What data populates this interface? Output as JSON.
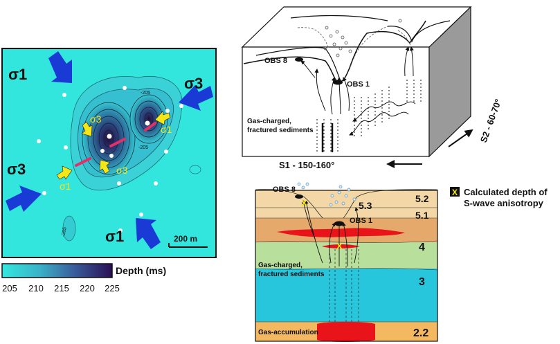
{
  "map_panel": {
    "stress_labels": {
      "s1_top": "σ1",
      "s3_right": "σ3",
      "s3_left": "σ3",
      "s1_bottom": "σ1"
    },
    "inner_labels": {
      "s3_a": "σ3",
      "s3_b": "σ3",
      "s1_a": "σ1",
      "s1_b": "σ1"
    },
    "contour_labels": [
      "-205",
      "-205",
      "-205"
    ],
    "scale_bar": "200 m"
  },
  "colorbar": {
    "title": "Depth (ms)",
    "ticks": [
      "205",
      "210",
      "215",
      "220",
      "225"
    ]
  },
  "block_panel": {
    "obs8": "OBS 8",
    "obs1": "OBS 1",
    "sediment_label_line1": "Gas-charged,",
    "sediment_label_line2": "fractured sediments",
    "s1_label": "S1 - 150-160°",
    "s2_label": "S2 - 60-70°"
  },
  "section_panel": {
    "obs8": "OBS 8",
    "obs1": "OBS 1",
    "layers": [
      "5.2",
      "5.3",
      "5.1",
      "4",
      "3",
      "2.2"
    ],
    "sediment_label_line1": "Gas-charged,",
    "sediment_label_line2": "fractured sediments",
    "gas_accumulation": "Gas-accumulation",
    "x_marker": "X"
  },
  "legend": {
    "marker": "X",
    "line1": "Calculated depth of",
    "line2": "S-wave anisotropy"
  },
  "colors": {
    "map_background": "#33e6dd",
    "arrow_blue": "#1a3ad6",
    "arrow_yellow": "#f5e617",
    "fracture_pink": "#e0306a",
    "layer_52": "#f3d7a6",
    "layer_51": "#e4a96b",
    "layer_4": "#b8df9c",
    "layer_3": "#27c6dc",
    "layer_22": "#f4b860",
    "gas_red": "#e8141a"
  }
}
